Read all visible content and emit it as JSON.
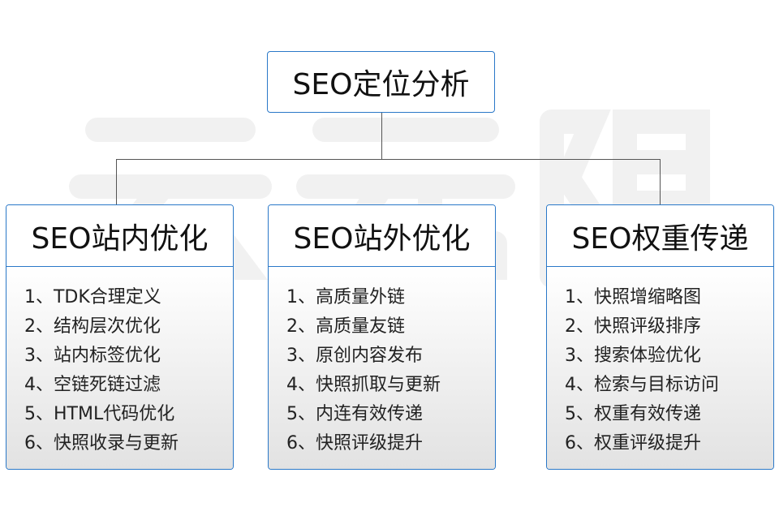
{
  "watermark": "云无限",
  "root": {
    "title": "SEO定位分析"
  },
  "columns": [
    {
      "title": "SEO站内优化",
      "items": [
        "1、TDK合理定义",
        "2、结构层次优化",
        "3、站内标签优化",
        "4、空链死链过滤",
        "5、HTML代码优化",
        "6、快照收录与更新"
      ]
    },
    {
      "title": "SEO站外优化",
      "items": [
        "1、高质量外链",
        "2、高质量友链",
        "3、原创内容发布",
        "4、快照抓取与更新",
        "5、内连有效传递",
        "6、快照评级提升"
      ]
    },
    {
      "title": "SEO权重传递",
      "items": [
        "1、快照增缩略图",
        "2、快照评级排序",
        "3、搜索体验优化",
        "4、检索与目标访问",
        "5、权重有效传递",
        "6、权重评级提升"
      ]
    }
  ],
  "colors": {
    "border": "#2a78c8",
    "connector": "#555555"
  }
}
